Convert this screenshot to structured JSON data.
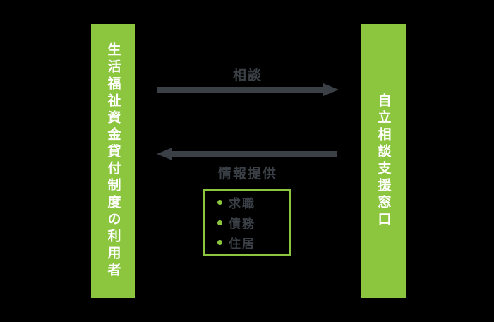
{
  "diagram": {
    "left_entity": {
      "label": "生活福祉資金貸付制度の利用者"
    },
    "right_entity": {
      "label": "自立相談支援窓口"
    },
    "top_arrow": {
      "label": "相談",
      "direction": "right"
    },
    "bottom_arrow": {
      "label": "情報提供",
      "direction": "left"
    },
    "info_box": {
      "items": [
        "求職",
        "債務",
        "住居"
      ]
    },
    "colors": {
      "background": "#000000",
      "green": "#8CC63F",
      "arrow_gray": "#3A4046",
      "bar_text": "#FFFFFF"
    }
  }
}
